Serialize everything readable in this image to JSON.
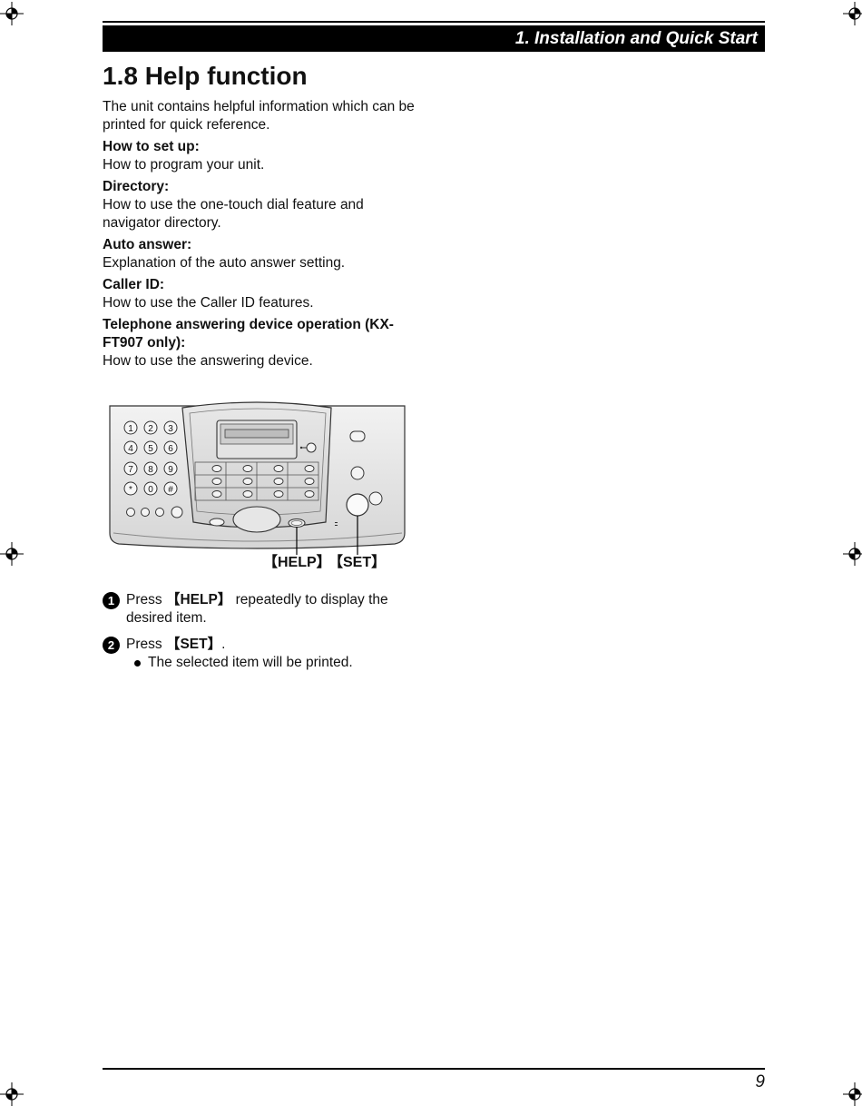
{
  "header": {
    "chapter_title": "1. Installation and Quick Start"
  },
  "section": {
    "title": "1.8 Help function",
    "intro": "The unit contains helpful information which can be printed for quick reference.",
    "items": [
      {
        "title": "How to set up:",
        "desc": "How to program your unit."
      },
      {
        "title": "Directory:",
        "desc": "How to use the one-touch dial feature and navigator directory."
      },
      {
        "title": "Auto answer:",
        "desc": "Explanation of the auto answer setting."
      },
      {
        "title": "Caller ID:",
        "desc": "How to use the Caller ID features."
      },
      {
        "title": "Telephone answering device operation (KX-FT907 only):",
        "desc": "How to use the answering device."
      }
    ]
  },
  "figure": {
    "keypad_keys": [
      "1",
      "2",
      "3",
      "4",
      "5",
      "6",
      "7",
      "8",
      "9",
      "*",
      "0",
      "#"
    ],
    "labels": {
      "help": "【HELP】",
      "set": "【SET】"
    }
  },
  "steps": [
    {
      "number": "1",
      "prefix": "Press ",
      "key": "【HELP】",
      "suffix": " repeatedly to display the desired item."
    },
    {
      "number": "2",
      "prefix": "Press ",
      "key": "【SET】",
      "suffix": ".",
      "bullet": "The selected item will be printed."
    }
  ],
  "footer": {
    "page_number": "9"
  }
}
